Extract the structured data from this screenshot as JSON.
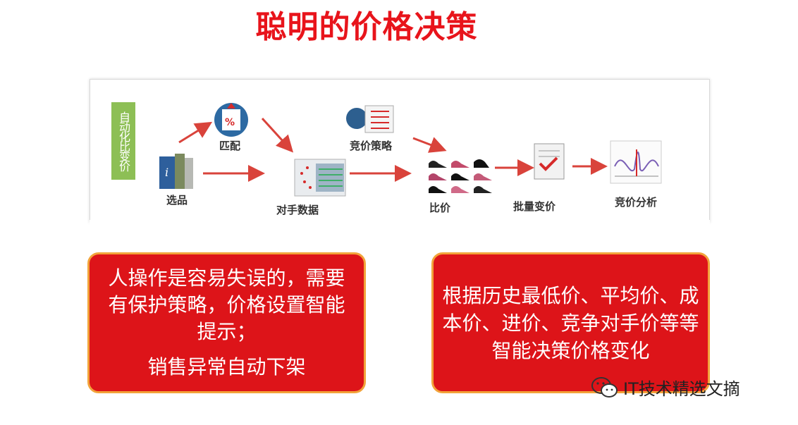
{
  "title": "聪明的价格决策",
  "diagram": {
    "side_label": "自动化比变价",
    "steps": {
      "select": "选品",
      "match": "匹配",
      "competitor_data": "对手数据",
      "bid_strategy": "竞价策略",
      "compare": "比价",
      "batch_change": "批量变价",
      "bid_analysis": "竞价分析"
    }
  },
  "left_box": {
    "text1": "人操作是容易失误的，需要有保护策略，价格设置智能提示；",
    "text2": "销售异常自动下架"
  },
  "right_box": {
    "text": "根据历史最低价、平均价、成本价、进价、竞争对手价等等智能决策价格变化"
  },
  "watermark": "IT技术精选文摘",
  "colors": {
    "accent_red": "#e8141b",
    "box_fill": "#dd1419",
    "box_border": "#f2a33a",
    "side_label_green": "#8dbf55",
    "arrow_red": "#d9433b"
  }
}
